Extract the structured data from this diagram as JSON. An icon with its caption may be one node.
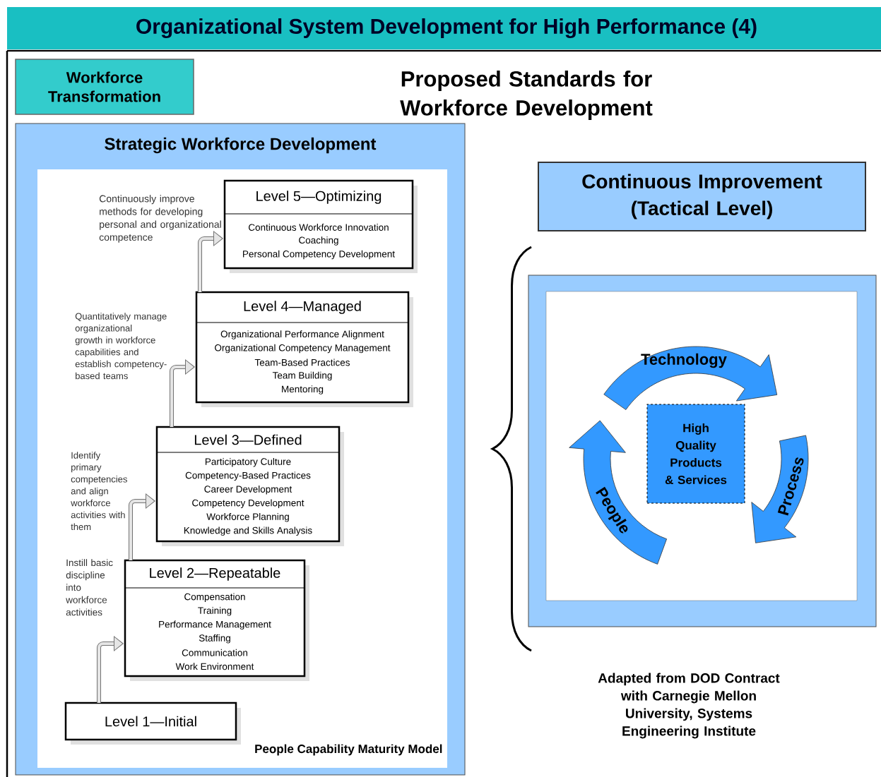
{
  "diagram": {
    "title": "Organizational System Development for High Performance (4)",
    "nodes": [
      {
        "text": [
          "Workforce Transformation"
        ]
      },
      {
        "text": [
          "Strategic Workforce Development"
        ]
      },
      {
        "text": [
          "People Capability Maturity Model"
        ],
        "in": 1
      },
      {
        "text": [
          "Level 5—Optimizing",
          "Continuous Workforce Innovation",
          "Coaching",
          "Personal Competency Development"
        ],
        "in": 2,
        "beside": [
          "Continuously improve methods for developing personal and organizational competence"
        ]
      },
      {
        "text": [
          "Level 4—Managed",
          "Organizational Performance Alignment",
          "Organizational Competency Management",
          "Team-Based Practices",
          "Team Building",
          "Mentoring"
        ],
        "in": 2,
        "beside": [
          "Quantitatively manage organizational growth in workforce capabilities and establish competency-based teams"
        ]
      },
      {
        "text": [
          "Level 3—Defined",
          "Participatory Culture",
          "Competency-Based Practices",
          "Career Development",
          "Competency Development",
          "Workforce Planning",
          "Knowledge and Skills Analysis"
        ],
        "in": 2,
        "beside": [
          "Identify primary competencies and align workforce activities with them"
        ]
      },
      {
        "text": [
          "Level 2—Repeatable",
          "Compensation",
          "Training",
          "Performance Management",
          "Staffing",
          "Communication",
          "Work Environment"
        ],
        "in": 2,
        "beside": [
          "Instill basic discipline into workforce activities"
        ]
      },
      {
        "text": [
          "Level 1—Initial"
        ],
        "in": 2
      },
      {
        "text": [
          "Continuous Improvement (Tactical Level)"
        ]
      },
      {
        "text": [],
        "shape": "box"
      },
      {
        "text": [
          "High Quality Products & Services"
        ],
        "in": 9
      },
      {
        "text": [
          "Technology"
        ],
        "in": 9
      },
      {
        "text": [
          "People"
        ],
        "in": 9
      },
      {
        "text": [
          "Process"
        ],
        "in": 9
      }
    ],
    "edges": [
      {
        "from": 7,
        "to": 6,
        "arrow": "to"
      },
      {
        "from": 6,
        "to": 5,
        "arrow": "to"
      },
      {
        "from": 5,
        "to": 4,
        "arrow": "to"
      },
      {
        "from": 4,
        "to": 3,
        "arrow": "to"
      }
    ],
    "labels": [
      "Proposed Standards for Workforce Development",
      "Adapted from DOD Contract with Carnegie Mellon University, Systems Engineering Institute"
    ]
  }
}
